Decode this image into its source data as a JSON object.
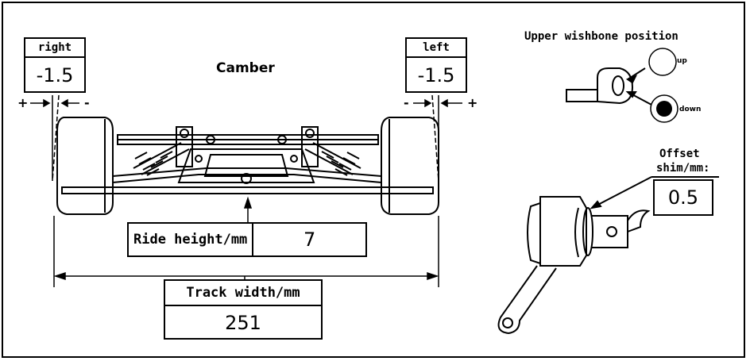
{
  "camber": {
    "title": "Camber",
    "right": {
      "label": "right",
      "value": "-1.5"
    },
    "left": {
      "label": "left",
      "value": "-1.5"
    },
    "signs": {
      "plus": "+",
      "minus": "-"
    }
  },
  "ride_height": {
    "label": "Ride height/mm",
    "value": "7"
  },
  "track_width": {
    "label": "Track width/mm",
    "value": "251"
  },
  "wishbone": {
    "title": "Upper wishbone position",
    "up": "up",
    "down": "down",
    "selected": "down"
  },
  "offset_shim": {
    "line1": "Offset",
    "line2": "shim/mm:",
    "value": "0.5"
  }
}
